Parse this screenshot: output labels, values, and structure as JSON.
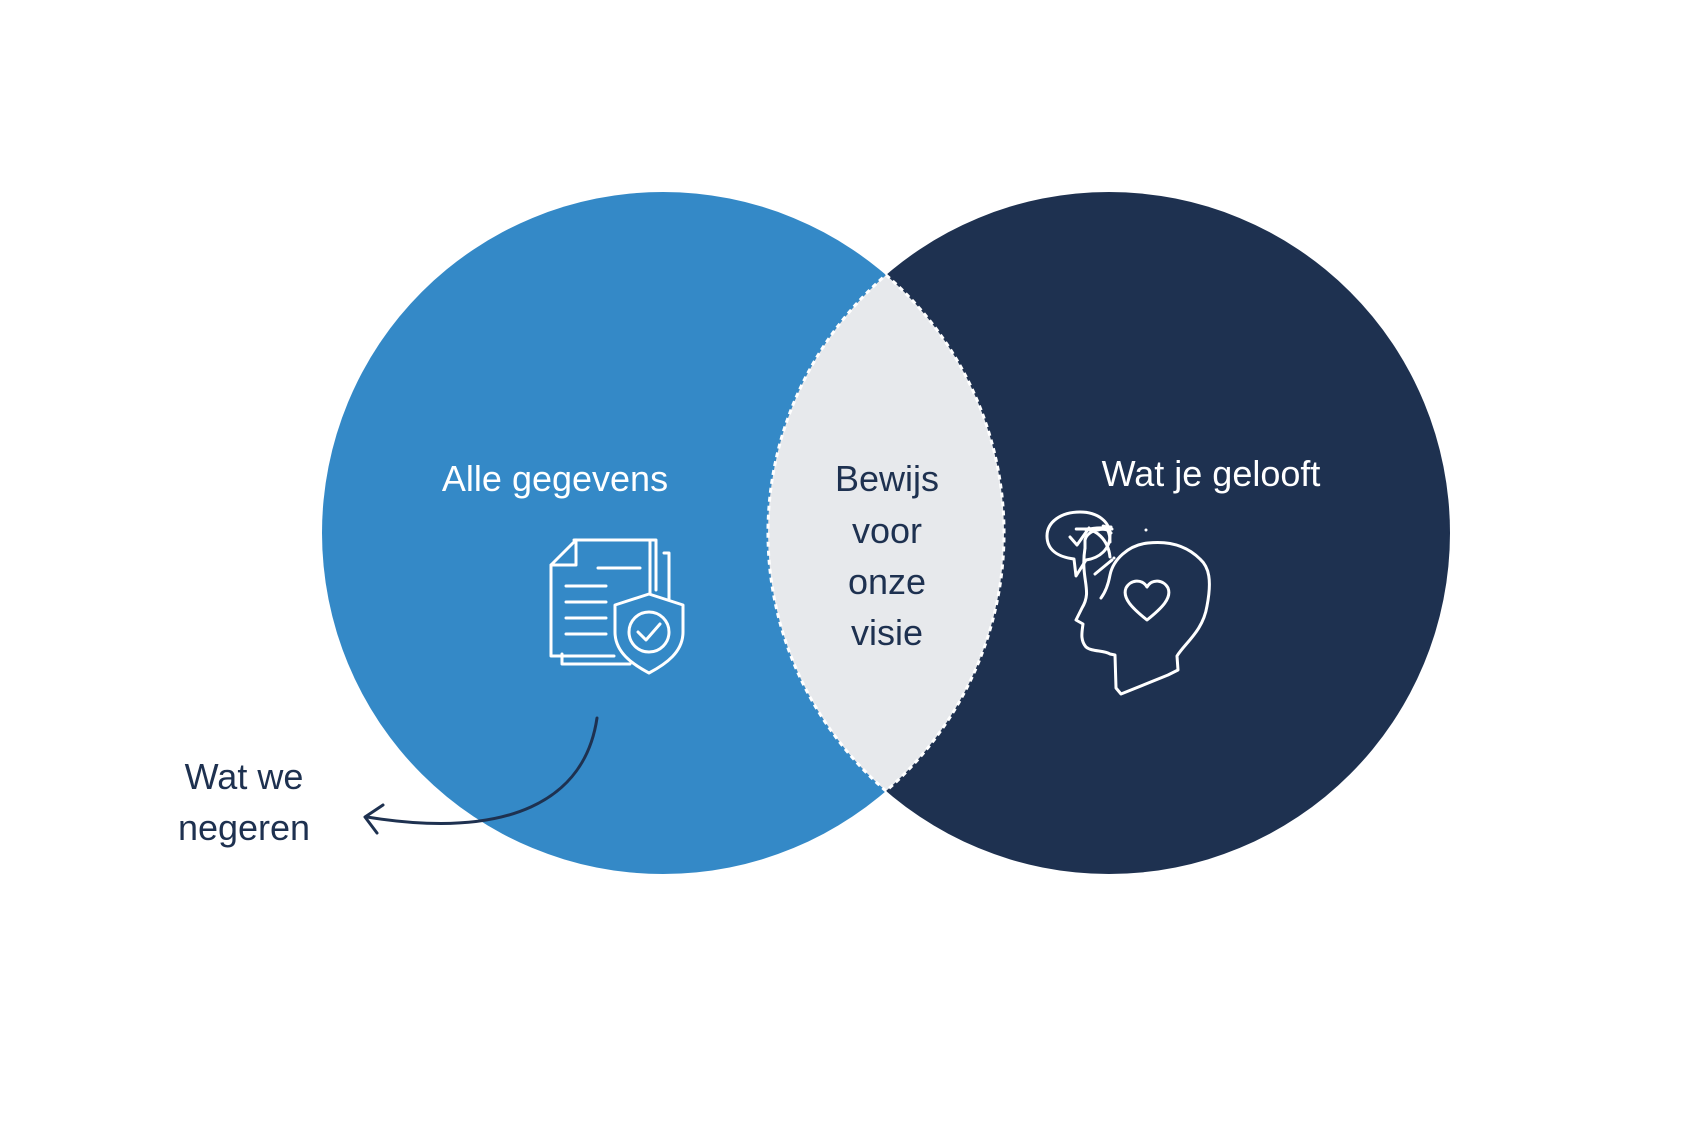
{
  "colors": {
    "background": "#ffffff",
    "left_circle": "#3489c7",
    "right_circle": "#1e3150",
    "overlap": "#e7e9ec",
    "dark_text": "#1e3150",
    "light_text": "#ffffff"
  },
  "left": {
    "label": "Alle gegevens",
    "icon": "document-shield-check-icon"
  },
  "right": {
    "label": "Wat je gelooft",
    "icon": "head-heart-speech-check-icon"
  },
  "overlap": {
    "lines": [
      "Bewijs",
      "voor",
      "onze",
      "visie"
    ]
  },
  "outside": {
    "lines": [
      "Wat we",
      "negeren"
    ],
    "icon": "curved-arrow-icon"
  }
}
